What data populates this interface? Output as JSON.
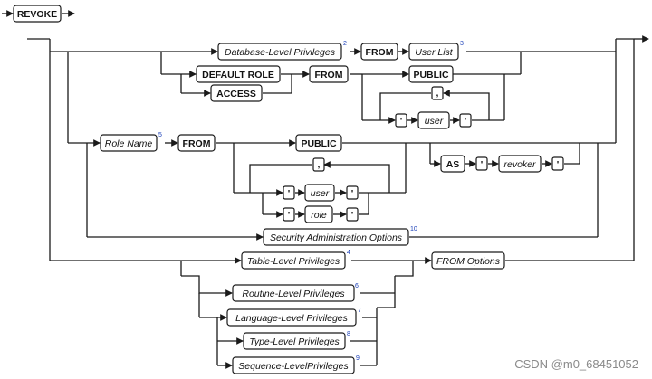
{
  "diagram": {
    "keywords": {
      "revoke": "REVOKE",
      "from": "FROM",
      "default_role": "DEFAULT ROLE",
      "access": "ACCESS",
      "public": "PUBLIC",
      "as": "AS",
      "comma": ",",
      "quote": "'"
    },
    "terms": {
      "database_level_privileges": "Database-Level Privileges",
      "user_list": "User List",
      "user": "user",
      "role_name": "Role Name",
      "role": "role",
      "revoker": "revoker",
      "security_administration_options": "Security Administration Options",
      "table_level_privileges": "Table-Level Privileges",
      "from_options": "FROM Options",
      "routine_level_privileges": "Routine-Level Privileges",
      "language_level_privileges": "Language-Level Privileges",
      "type_level_privileges": "Type-Level Privileges",
      "sequence_level_privileges": "Sequence-LevelPrivileges"
    },
    "footnotes": {
      "database_level_privileges": "2",
      "user_list": "3",
      "table_level_privileges": "4",
      "role_name": "5",
      "routine_level_privileges": "6",
      "language_level_privileges": "7",
      "type_level_privileges": "8",
      "sequence_level_privileges": "9",
      "security_administration_options": "10"
    }
  },
  "watermark": "CSDN @m0_68451052"
}
